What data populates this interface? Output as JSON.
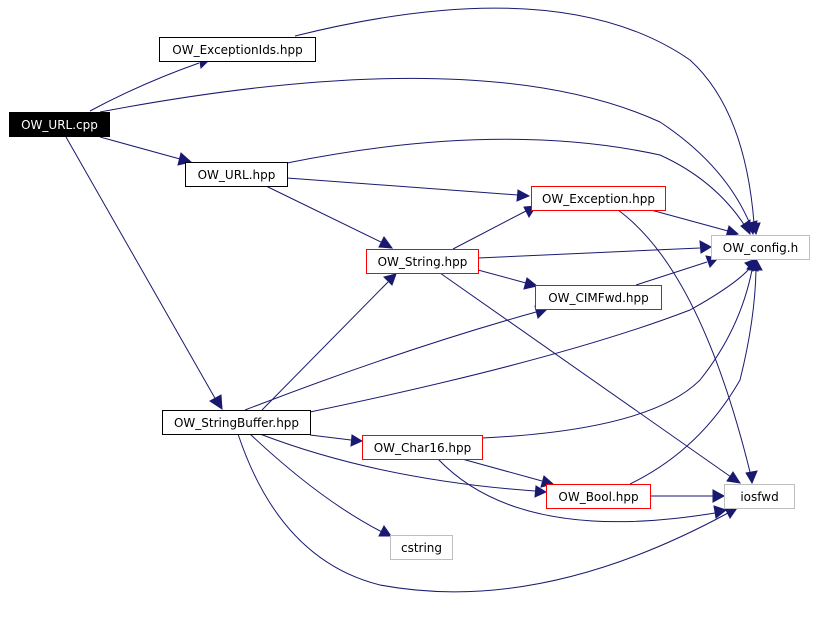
{
  "graph": {
    "colors": {
      "edge": "#191970",
      "root_fill": "#000000",
      "root_text": "#ffffff",
      "documented_border": "#000000",
      "undocumented_border": "#ff0000",
      "external_border": "#bfbfbf"
    },
    "nodes": [
      {
        "id": "ow_url_cpp",
        "label": "OW_URL.cpp",
        "style": "root"
      },
      {
        "id": "ow_exceptionids_hpp",
        "label": "OW_ExceptionIds.hpp",
        "style": "documented"
      },
      {
        "id": "ow_url_hpp",
        "label": "OW_URL.hpp",
        "style": "documented"
      },
      {
        "id": "ow_exception_hpp",
        "label": "OW_Exception.hpp",
        "style": "undocumented"
      },
      {
        "id": "ow_string_hpp",
        "label": "OW_String.hpp",
        "style": "undocumented"
      },
      {
        "id": "ow_config_h",
        "label": "OW_config.h",
        "style": "external"
      },
      {
        "id": "ow_cimfwd_hpp",
        "label": "OW_CIMFwd.hpp",
        "style": "undocumented"
      },
      {
        "id": "ow_stringbuffer_hpp",
        "label": "OW_StringBuffer.hpp",
        "style": "documented"
      },
      {
        "id": "ow_char16_hpp",
        "label": "OW_Char16.hpp",
        "style": "undocumented"
      },
      {
        "id": "ow_bool_hpp",
        "label": "OW_Bool.hpp",
        "style": "undocumented"
      },
      {
        "id": "iosfwd",
        "label": "iosfwd",
        "style": "external"
      },
      {
        "id": "cstring",
        "label": "cstring",
        "style": "external"
      }
    ],
    "edges": [
      {
        "from": "ow_url_cpp",
        "to": "ow_exceptionids_hpp"
      },
      {
        "from": "ow_url_cpp",
        "to": "ow_config_h"
      },
      {
        "from": "ow_url_cpp",
        "to": "ow_url_hpp"
      },
      {
        "from": "ow_url_cpp",
        "to": "ow_stringbuffer_hpp"
      },
      {
        "from": "ow_exceptionids_hpp",
        "to": "ow_config_h"
      },
      {
        "from": "ow_url_hpp",
        "to": "ow_config_h"
      },
      {
        "from": "ow_url_hpp",
        "to": "ow_exception_hpp"
      },
      {
        "from": "ow_url_hpp",
        "to": "ow_string_hpp"
      },
      {
        "from": "ow_exception_hpp",
        "to": "ow_config_h"
      },
      {
        "from": "ow_exception_hpp",
        "to": "iosfwd"
      },
      {
        "from": "ow_string_hpp",
        "to": "ow_exception_hpp"
      },
      {
        "from": "ow_string_hpp",
        "to": "ow_config_h"
      },
      {
        "from": "ow_string_hpp",
        "to": "ow_cimfwd_hpp"
      },
      {
        "from": "ow_string_hpp",
        "to": "iosfwd"
      },
      {
        "from": "ow_cimfwd_hpp",
        "to": "ow_config_h"
      },
      {
        "from": "ow_stringbuffer_hpp",
        "to": "ow_string_hpp"
      },
      {
        "from": "ow_stringbuffer_hpp",
        "to": "ow_cimfwd_hpp"
      },
      {
        "from": "ow_stringbuffer_hpp",
        "to": "ow_config_h"
      },
      {
        "from": "ow_stringbuffer_hpp",
        "to": "ow_char16_hpp"
      },
      {
        "from": "ow_stringbuffer_hpp",
        "to": "ow_bool_hpp"
      },
      {
        "from": "ow_stringbuffer_hpp",
        "to": "cstring"
      },
      {
        "from": "ow_stringbuffer_hpp",
        "to": "iosfwd"
      },
      {
        "from": "ow_char16_hpp",
        "to": "ow_config_h"
      },
      {
        "from": "ow_char16_hpp",
        "to": "ow_bool_hpp"
      },
      {
        "from": "ow_char16_hpp",
        "to": "iosfwd"
      },
      {
        "from": "ow_bool_hpp",
        "to": "ow_config_h"
      },
      {
        "from": "ow_bool_hpp",
        "to": "iosfwd"
      }
    ]
  }
}
